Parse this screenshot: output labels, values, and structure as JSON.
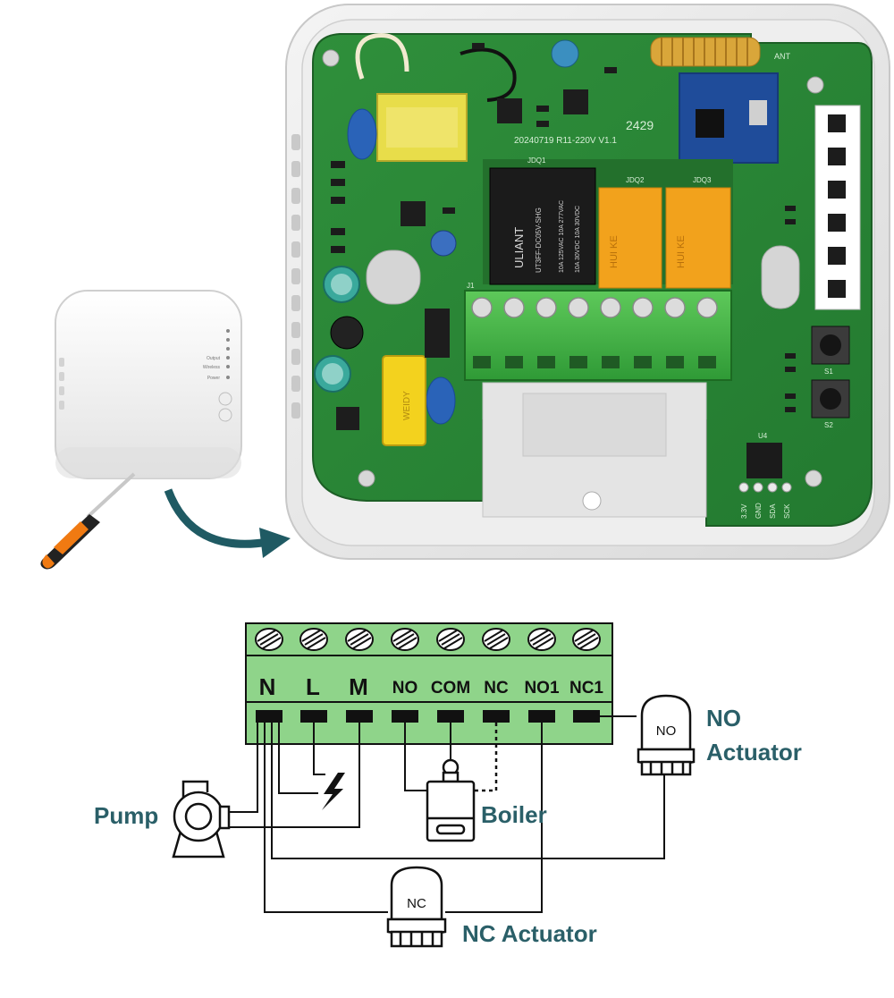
{
  "board": {
    "silk_date": "20240719 R11-220V V1.1",
    "silk_num": "2429",
    "antenna_label": "ANT",
    "relay1_ref": "JDQ1",
    "relay2_ref": "JDQ2",
    "relay3_ref": "JDQ3",
    "relay1_text1": "ULIANT",
    "relay1_text2": "UT3FF-DC05V-SHG",
    "relay1_text3": "10A 125VAC 10A 277VAC",
    "relay1_text4": "10A 30VDC 10A 30VDC",
    "relay_orange_text": "HUI KE",
    "cap_text": "WEIDY",
    "pin_labels": [
      "3.3V",
      "GND",
      "SDA",
      "SCK"
    ],
    "u4": "U4",
    "s1": "S1",
    "s2": "S2",
    "j1": "J1"
  },
  "device": {
    "led_labels": [
      "Output",
      "Wireless",
      "Power"
    ]
  },
  "diagram": {
    "terminals": [
      "N",
      "L",
      "M",
      "NO",
      "COM",
      "NC",
      "NO1",
      "NC1"
    ],
    "pump_label": "Pump",
    "boiler_label": "Boiler",
    "no_actuator_label_line1": "NO",
    "no_actuator_label_line2": "Actuator",
    "no_actuator_badge": "NO",
    "nc_actuator_label": "NC Actuator",
    "nc_actuator_badge": "NC"
  },
  "colors": {
    "pcb_green": "#2f8a3a",
    "terminal_green": "#8fd48a",
    "teal_text": "#2a5f68",
    "arrow": "#1f5a63",
    "relay_orange": "#f2a21c",
    "housing": "#e6e6e6"
  }
}
